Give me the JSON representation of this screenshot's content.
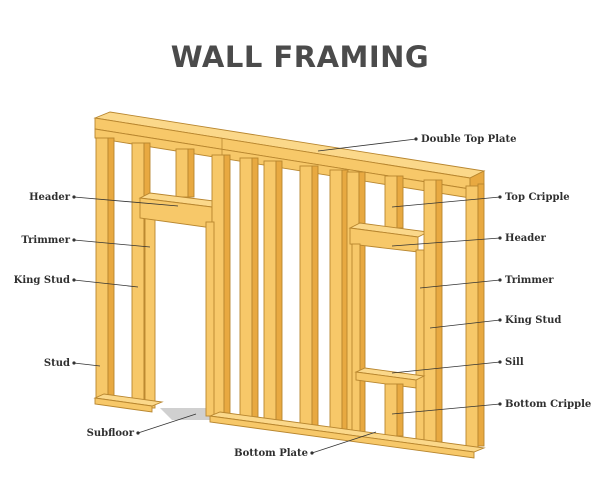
{
  "title": "WALL FRAMING",
  "labels": {
    "double_top_plate": "Double Top Plate",
    "header_left": "Header",
    "top_cripple": "Top Cripple",
    "trimmer_left": "Trimmer",
    "header_right": "Header",
    "king_stud_left": "King Stud",
    "trimmer_right": "Trimmer",
    "king_stud_right": "King Stud",
    "stud": "Stud",
    "sill": "Sill",
    "bottom_cripple": "Bottom Cripple",
    "subfloor": "Subfloor",
    "bottom_plate": "Bottom Plate"
  },
  "colors": {
    "wood": "#f7c869",
    "wood_edge": "#b8862f",
    "wood_side": "#e8a941",
    "title": "#4b4b4b",
    "shadow": "#d0d0d0"
  }
}
